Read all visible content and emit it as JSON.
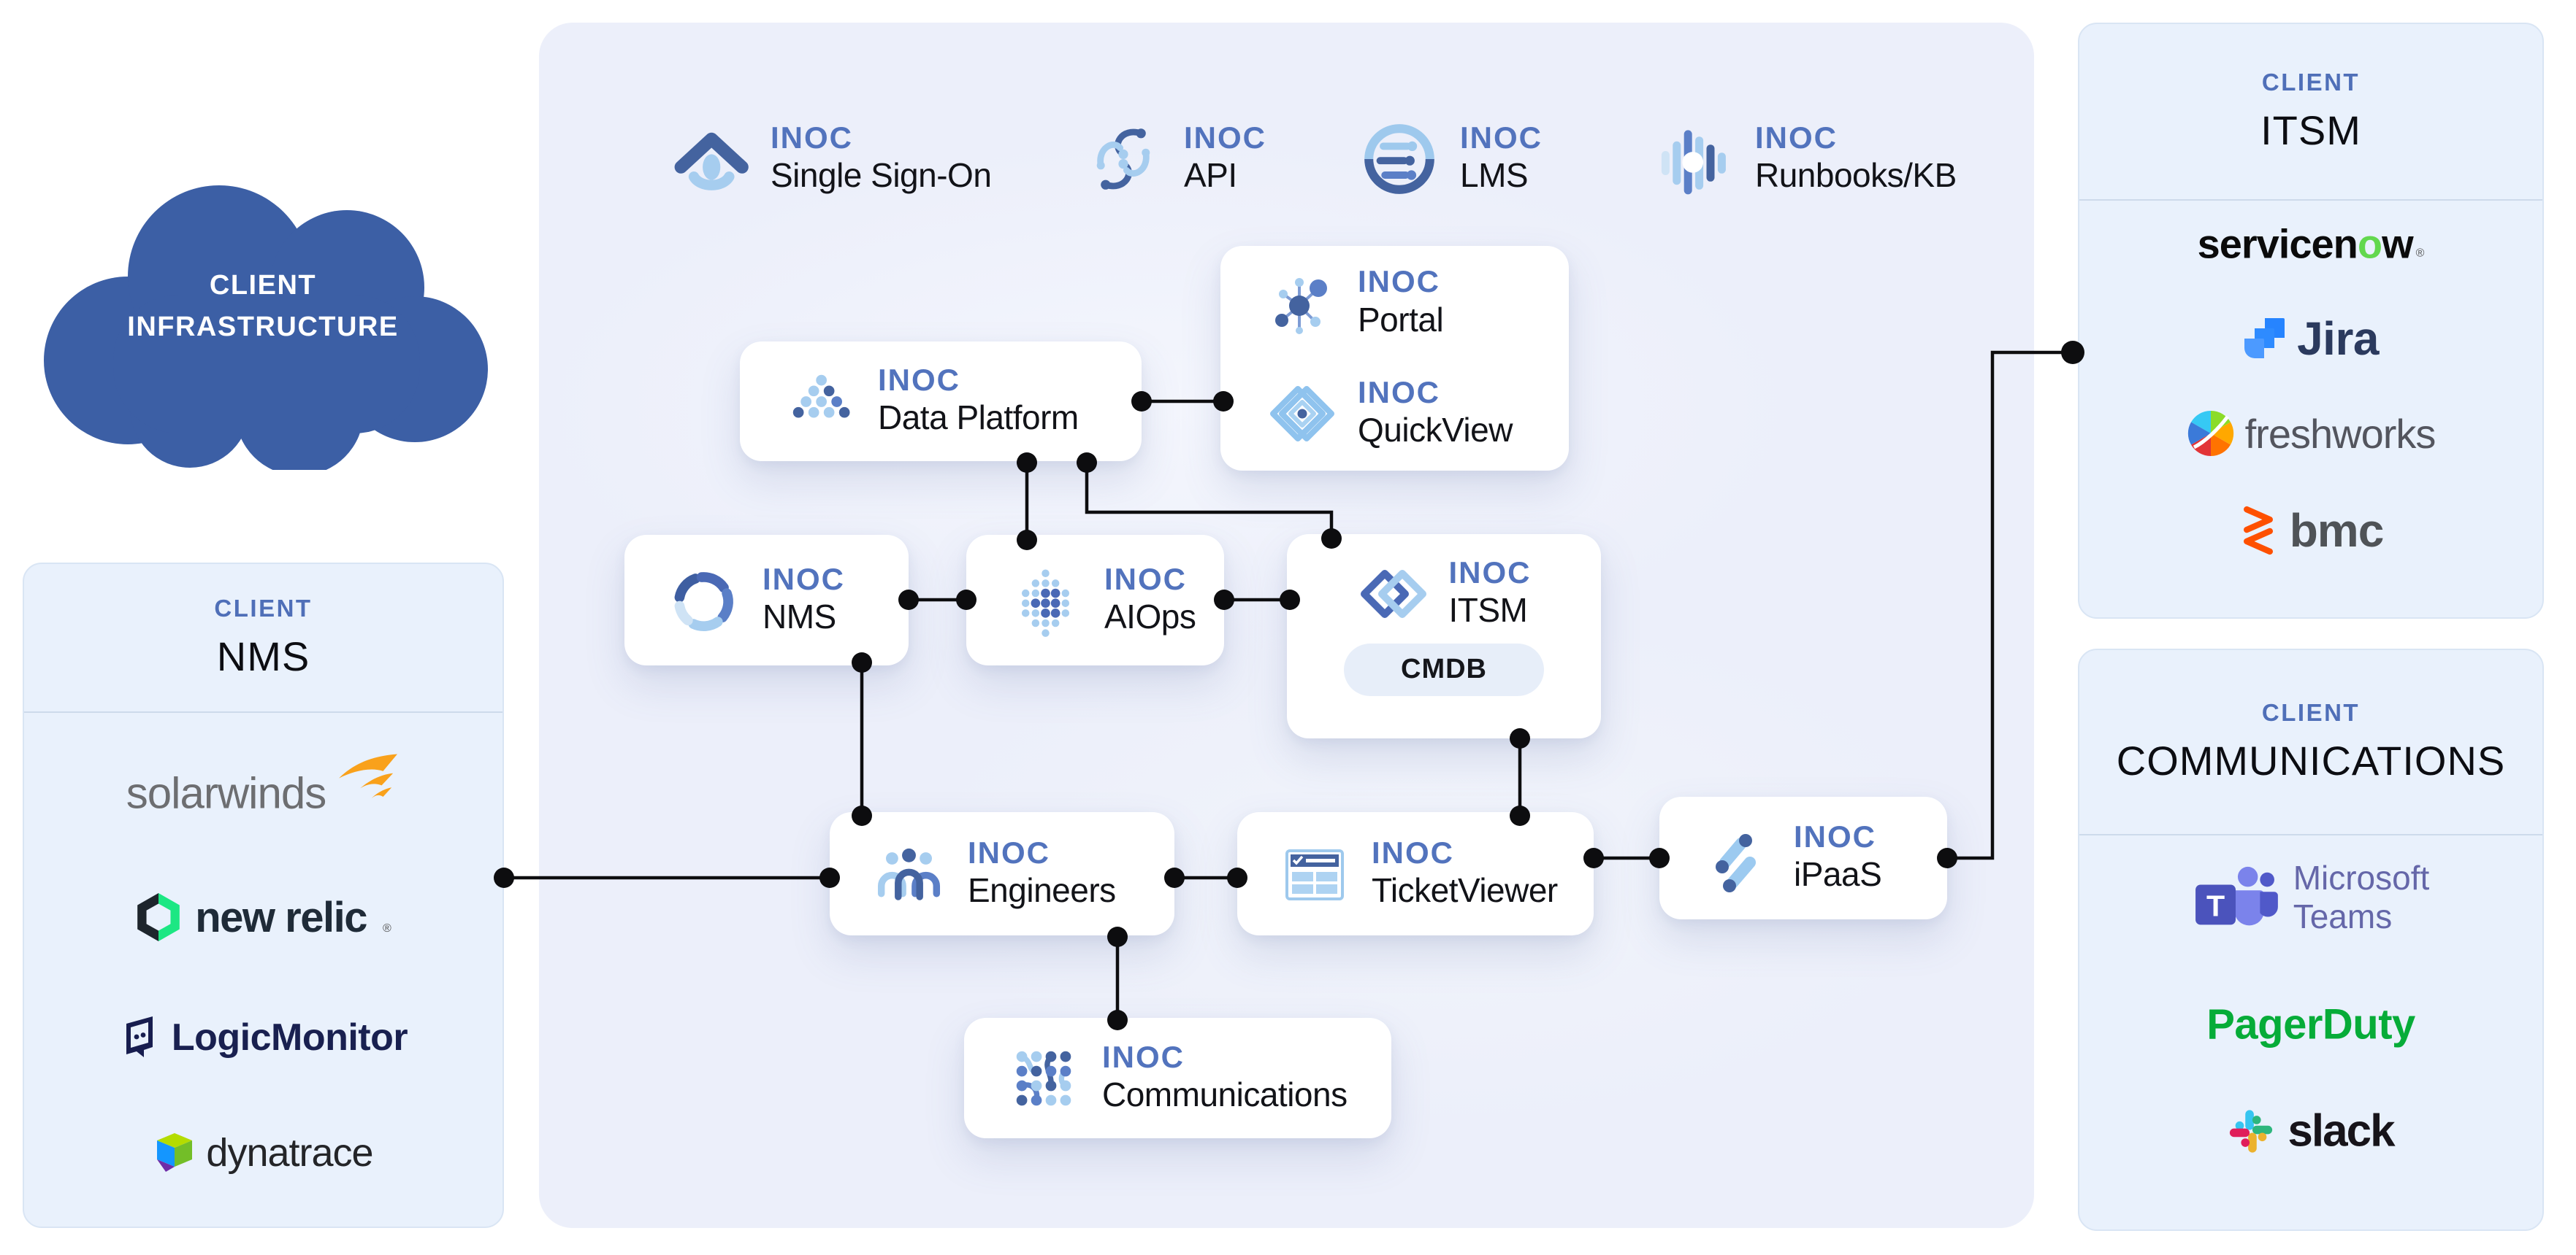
{
  "brand": "INOC",
  "cloud": {
    "line1": "CLIENT",
    "line2": "INFRASTRUCTURE"
  },
  "top_services": {
    "sso": "Single Sign-On",
    "api": "API",
    "lms": "LMS",
    "runbooks": "Runbooks/KB"
  },
  "nodes": {
    "data_platform": "Data Platform",
    "portal": "Portal",
    "quickview": "QuickView",
    "nms": "NMS",
    "aiops": "AIOps",
    "itsm": "ITSM",
    "cmdb": "CMDB",
    "engineers": "Engineers",
    "ticketviewer": "TicketViewer",
    "ipaas": "iPaaS",
    "communications": "Communications"
  },
  "panels": {
    "nms": {
      "kicker": "CLIENT",
      "title": "NMS"
    },
    "itsm": {
      "kicker": "CLIENT",
      "title": "ITSM"
    },
    "communications": {
      "kicker": "CLIENT",
      "title": "COMMUNICATIONS"
    }
  },
  "logos": {
    "solarwinds": "solarwinds",
    "newrelic": "new relic",
    "newrelic_reg": "®",
    "logicmonitor": "LogicMonitor",
    "dynatrace": "dynatrace",
    "servicenow_pre": "servicen",
    "servicenow_o": "o",
    "servicenow_post": "w",
    "servicenow_reg": "®",
    "jira": "Jira",
    "freshworks": "freshworks",
    "bmc": "bmc",
    "teams_t": "T",
    "teams_line1": "Microsoft",
    "teams_line2": "Teams",
    "pagerduty": "PagerDuty",
    "slack": "slack"
  },
  "colors": {
    "inoc_blue": "#5273bd",
    "icon_dark": "#44639f",
    "icon_mid": "#5b7fc7",
    "icon_light": "#a6cdef",
    "cloud_blue": "#3c5fa5",
    "center_panel_bg": "#eceffa",
    "client_panel_bg": "#e9f1fc",
    "connector": "#0d0d0f",
    "servicenow_green": "#62d84e",
    "pagerduty_green": "#06ac38",
    "jira_blue": "#2684ff",
    "bmc_orange": "#fe5000",
    "solarwinds_orange": "#f9a11b",
    "teams_purple": "#6264a7",
    "newrelic_green": "#1ce783",
    "slack_aqua": "#36c5f0",
    "slack_green": "#2eb67d",
    "slack_yellow": "#ecb22e",
    "slack_red": "#e01e5a"
  }
}
